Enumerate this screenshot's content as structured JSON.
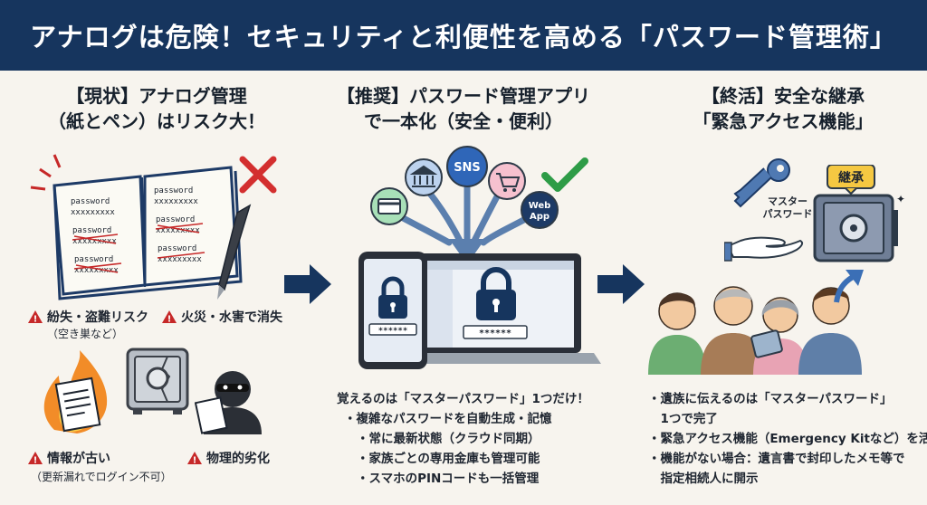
{
  "banner": {
    "title": "アナログは危険！セキュリティと利便性を高める「パスワード管理術」"
  },
  "left": {
    "title_line1": "【現状】アナログ管理",
    "title_line2": "（紙とペン）はリスク大！",
    "notebook_word": "password",
    "notebook_mask": "xxxxxxxxx",
    "risks": [
      {
        "label": "紛失・盗難リスク",
        "note": "（空き巣など）"
      },
      {
        "label": "火災・水害で消失",
        "note": ""
      },
      {
        "label": "情報が古い",
        "note": "（更新漏れでログイン不可）"
      },
      {
        "label": "物理的劣化",
        "note": ""
      }
    ]
  },
  "middle": {
    "title_line1": "【推奨】パスワード管理アプリ",
    "title_line2": "で一本化（安全・便利）",
    "icons": {
      "sns": "SNS",
      "webapp_line1": "Web",
      "webapp_line2": "App"
    },
    "password_dots": "******",
    "lead": "覚えるのは「マスターパスワード」1つだけ！",
    "bullets": [
      "・複雑なパスワードを自動生成・記憶",
      "・常に最新状態（クラウド同期）",
      "・家族ごとの専用金庫も管理可能",
      "・スマホのPINコードも一括管理"
    ]
  },
  "right": {
    "title_line1": "【終活】安全な継承",
    "title_line2": "「緊急アクセス機能」",
    "key_label_line1": "マスター",
    "key_label_line2": "パスワード",
    "badge": "継承",
    "bullets": [
      "・遺族に伝えるのは「マスターパスワード」",
      "　1つで完了",
      "・緊急アクセス機能（Emergency Kitなど）を活用",
      "・機能がない場合：遺言書で封印したメモ等で",
      "　指定相続人に開示"
    ]
  },
  "colors": {
    "navy": "#16355e",
    "red": "#c62828",
    "green": "#2e9c47",
    "arrow_blue": "#5b7fae"
  }
}
